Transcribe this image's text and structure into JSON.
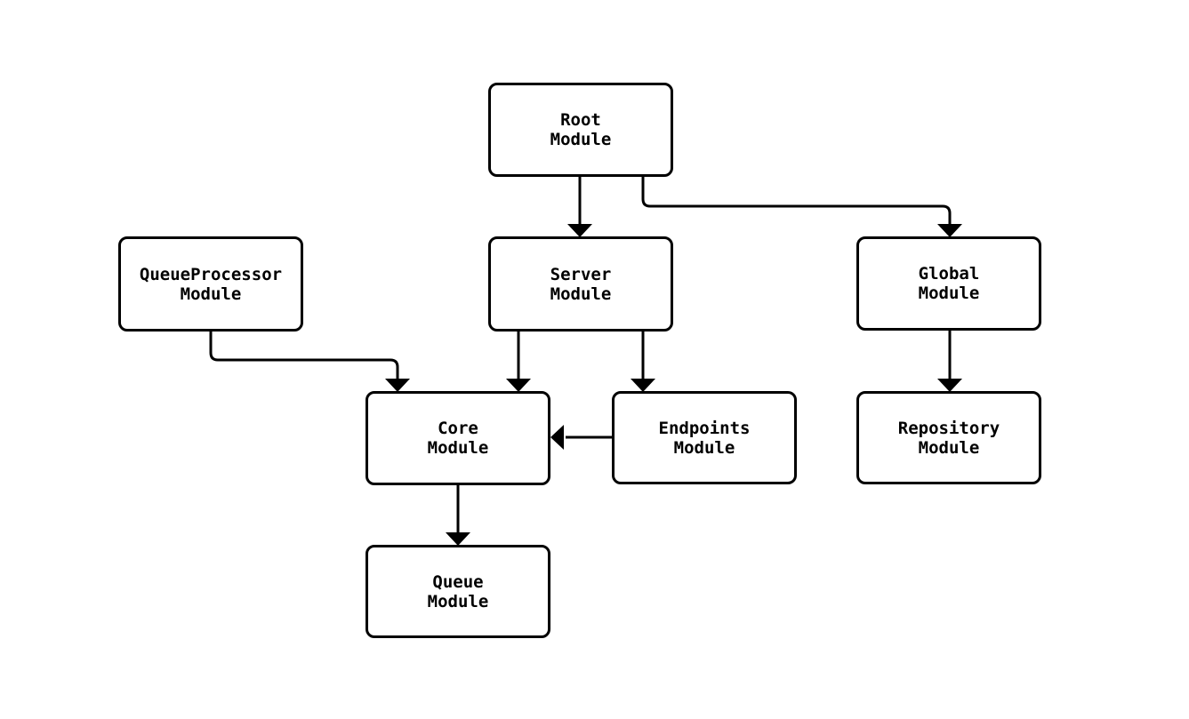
{
  "diagram": {
    "type": "flowchart",
    "background": "#ffffff",
    "line_color": "#000000",
    "text_color": "#000000",
    "nodes": {
      "root": {
        "label": "Root\nModule"
      },
      "queueprocessor": {
        "label": "QueueProcessor\nModule"
      },
      "server": {
        "label": "Server\nModule"
      },
      "global": {
        "label": "Global\nModule"
      },
      "core": {
        "label": "Core\nModule"
      },
      "endpoints": {
        "label": "Endpoints\nModule"
      },
      "repository": {
        "label": "Repository\nModule"
      },
      "queue": {
        "label": "Queue\nModule"
      }
    },
    "edges": [
      {
        "from": "Root Module",
        "to": "Server Module"
      },
      {
        "from": "Root Module",
        "to": "Global Module"
      },
      {
        "from": "QueueProcessor Module",
        "to": "Core Module"
      },
      {
        "from": "Server Module",
        "to": "Core Module"
      },
      {
        "from": "Server Module",
        "to": "Endpoints Module"
      },
      {
        "from": "Endpoints Module",
        "to": "Core Module"
      },
      {
        "from": "Global Module",
        "to": "Repository Module"
      },
      {
        "from": "Core Module",
        "to": "Queue Module"
      }
    ]
  }
}
